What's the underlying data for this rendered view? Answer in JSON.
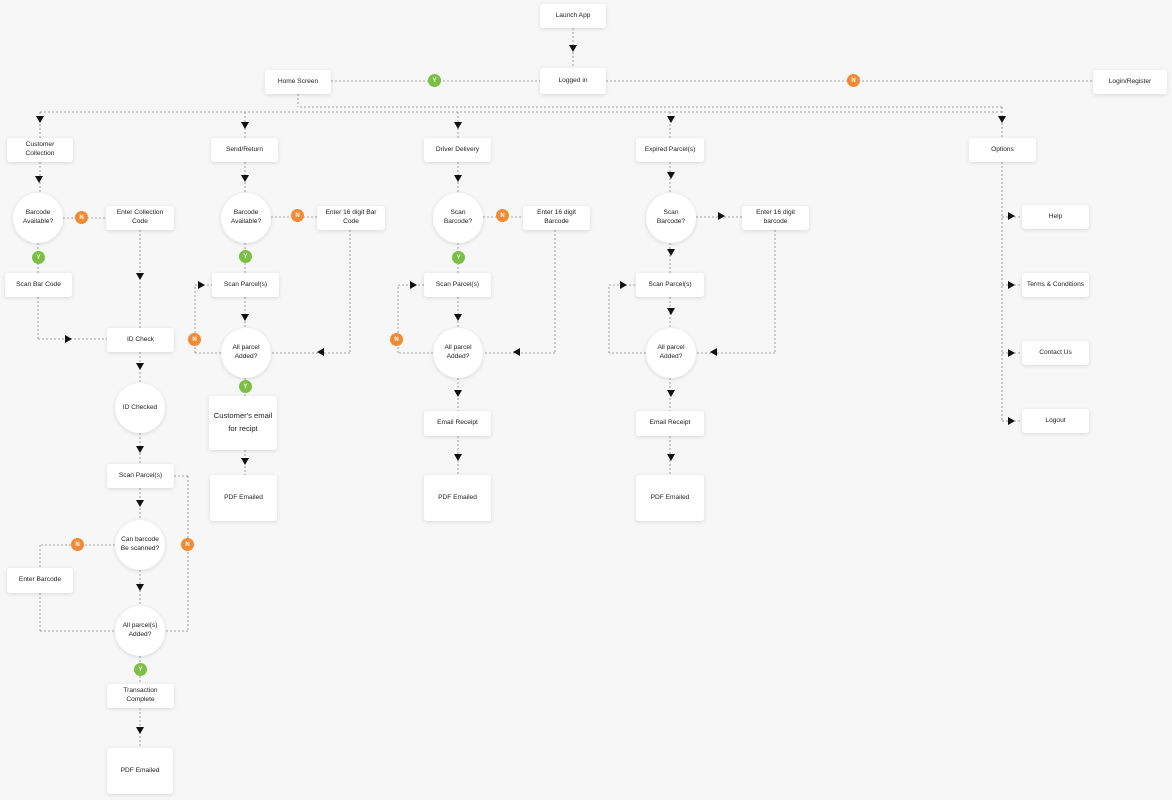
{
  "nodes": {
    "launch_app": "Launch App",
    "logged_in": "Logged in",
    "home_screen": "Home Screen",
    "login_register": "Login/Register",
    "customer_collection": "Customer Collection",
    "send_return": "Send/Return",
    "driver_delivery": "Driver Delivery",
    "expired_parcels": "Expired Parcel(s)",
    "options": "Options",
    "cc_barcode_available": "Barcode\nAvailable?",
    "cc_enter_collection_code": "Enter Collection Code",
    "cc_scan_bar_code": "Scan Bar Code",
    "cc_id_check": "ID Check",
    "cc_id_checked": "ID Checked",
    "cc_scan_parcels": "Scan Parcel(s)",
    "cc_can_barcode_be_scanned": "Can barcode\nBe scanned?",
    "cc_enter_barcode": "Enter Barcode",
    "cc_all_parcels_added": "All parcel(s)\nAdded?",
    "cc_transaction_complete": "Transaction Complete",
    "cc_pdf_emailed": "PDF Emailed",
    "sr_barcode_available": "Barcode\nAvailable?",
    "sr_enter_16_digit": "Enter 16 digit Bar Code",
    "sr_scan_parcels": "Scan Parcel(s)",
    "sr_all_parcel_added": "All parcel\nAdded?",
    "sr_customer_email": "Customer's email\nfor recipt",
    "sr_pdf_emailed": "PDF Emailed",
    "dd_scan_barcode": "Scan\nBarcode?",
    "dd_enter_16_digit": "Enter 16 digit Barcode",
    "dd_scan_parcels": "Scan Parcel(s)",
    "dd_all_parcel_added": "All parcel\nAdded?",
    "dd_email_receipt": "Email Receipt",
    "dd_pdf_emailed": "PDF Emailed",
    "ep_scan_barcode": "Scan\nBarcode?",
    "ep_enter_16_digit": "Enter 16 digit barcode",
    "ep_scan_parcels": "Scan Parcel(s)",
    "ep_all_parcel_added": "All parcel\nAdded?",
    "ep_email_receipt": "Email Receipt",
    "ep_pdf_emailed": "PDF Emailed",
    "op_help": "Help",
    "op_terms": "Terms & Conditions",
    "op_contact": "Contact Us",
    "op_logout": "Logout"
  },
  "badges": {
    "yes": "Y",
    "no": "N"
  },
  "colors": {
    "yes": "#7bc043",
    "no": "#f08a34",
    "edge": "#888888",
    "arrow": "#111111"
  }
}
